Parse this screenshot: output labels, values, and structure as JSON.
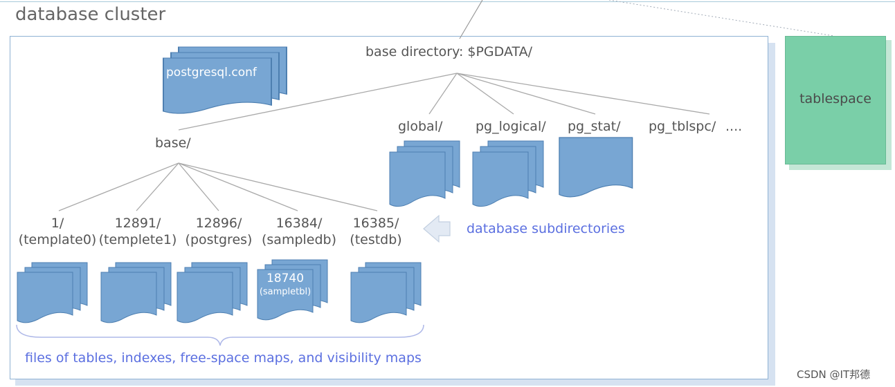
{
  "cluster": {
    "title": "database cluster"
  },
  "tablespace": {
    "label": "tablespace"
  },
  "base_directory": {
    "label": "base directory: $PGDATA/"
  },
  "config_file": {
    "label": "postgresql.conf"
  },
  "dirs": {
    "base": "base/",
    "global": "global/",
    "pg_logical": "pg_logical/",
    "pg_stat": "pg_stat/",
    "pg_tblspc": "pg_tblspc/",
    "more": "...."
  },
  "subdirs": [
    {
      "oid": "1/",
      "name": "(template0)"
    },
    {
      "oid": "12891/",
      "name": "(templete1)"
    },
    {
      "oid": "12896/",
      "name": "(postgres)"
    },
    {
      "oid": "16384/",
      "name": "(sampledb)"
    },
    {
      "oid": "16385/",
      "name": "(testdb)"
    }
  ],
  "table_file": {
    "oid": "18740",
    "name": "(sampletbl)"
  },
  "annotations": {
    "subdirectories": "database subdirectories",
    "files": "files of tables, indexes, free-space maps, and visibility maps"
  },
  "watermark": "CSDN @IT邦德",
  "colors": {
    "file_fill": "#78a6d3",
    "file_stroke": "#4c7eb0",
    "tablespace_fill": "#7acfa8",
    "annotation": "#5b6fe0",
    "arrow": "#dfe7f3"
  }
}
